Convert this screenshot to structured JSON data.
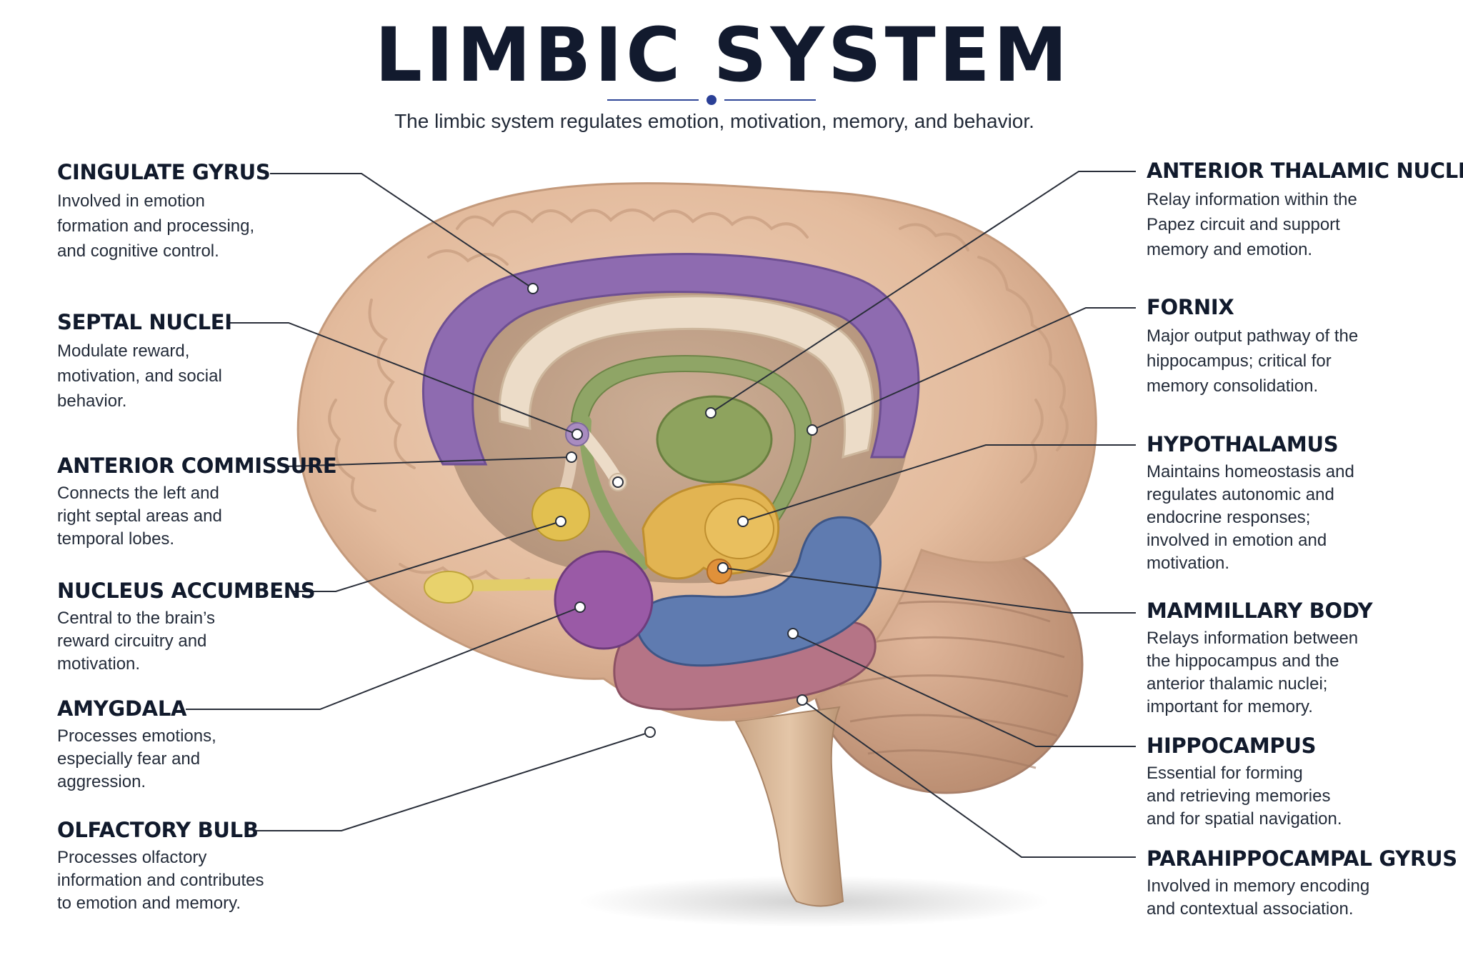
{
  "header": {
    "title": "LIMBIC SYSTEM",
    "subtitle": "The limbic system regulates emotion, motivation, memory, and behavior."
  },
  "colors": {
    "title": "#121a2e",
    "accent": "#2a3f96",
    "cortex": "#e8c3a6",
    "cingulate_gyrus": "#8e6bb0",
    "fornix": "#8fa566",
    "hippocampus": "#5f7bb0",
    "parahippocampal_gyrus": "#b57486",
    "amygdala": "#9a5aa6",
    "hypothalamus": "#e2b452",
    "mammillary_body": "#e0913a",
    "olfactory_bulb": "#e8d26c",
    "anterior_thalamic_nuclei": "#8ea35e",
    "cerebellum": "#c99b7f"
  },
  "labels_left": [
    {
      "id": "cingulate-gyrus",
      "title": "CINGULATE GYRUS",
      "lines": [
        "Involved in emotion",
        "formation and processing,",
        "and cognitive control."
      ]
    },
    {
      "id": "septal-nuclei",
      "title": "SEPTAL NUCLEI",
      "lines": [
        "Modulate reward,",
        "motivation, and social",
        "behavior."
      ]
    },
    {
      "id": "anterior-commissure",
      "title": "ANTERIOR COMMISSURE",
      "lines": [
        "Connects the left and",
        "right septal areas and",
        "temporal lobes."
      ]
    },
    {
      "id": "nucleus-accumbens",
      "title": "NUCLEUS ACCUMBENS",
      "lines": [
        "Central to the brain’s",
        "reward circuitry and",
        "motivation."
      ]
    },
    {
      "id": "amygdala",
      "title": "AMYGDALA",
      "lines": [
        "Processes emotions,",
        "especially fear and",
        "aggression."
      ]
    },
    {
      "id": "olfactory-bulb",
      "title": "OLFACTORY BULB",
      "lines": [
        "Processes olfactory",
        "information and contributes",
        "to emotion and memory."
      ]
    }
  ],
  "labels_right": [
    {
      "id": "anterior-thalamic-nuclei",
      "title": "ANTERIOR THALAMIC NUCLEI",
      "lines": [
        "Relay information within the",
        "Papez circuit and support",
        "memory and emotion."
      ]
    },
    {
      "id": "fornix",
      "title": "FORNIX",
      "lines": [
        "Major output pathway of the",
        "hippocampus; critical for",
        "memory consolidation."
      ]
    },
    {
      "id": "hypothalamus",
      "title": "HYPOTHALAMUS",
      "lines": [
        "Maintains homeostasis and",
        "regulates autonomic and",
        "endocrine responses;",
        "involved in emotion and",
        "motivation."
      ]
    },
    {
      "id": "mammillary-body",
      "title": "MAMMILLARY BODY",
      "lines": [
        "Relays information between",
        "the hippocampus and the",
        "anterior thalamic nuclei;",
        "important for memory."
      ]
    },
    {
      "id": "hippocampus",
      "title": "HIPPOCAMPUS",
      "lines": [
        "Essential for forming",
        "and retrieving memories",
        "and for spatial navigation."
      ]
    },
    {
      "id": "parahippocampal-gyrus",
      "title": "PARAHIPPOCAMPAL GYRUS",
      "lines": [
        "Involved in memory encoding",
        "and contextual association."
      ]
    }
  ]
}
